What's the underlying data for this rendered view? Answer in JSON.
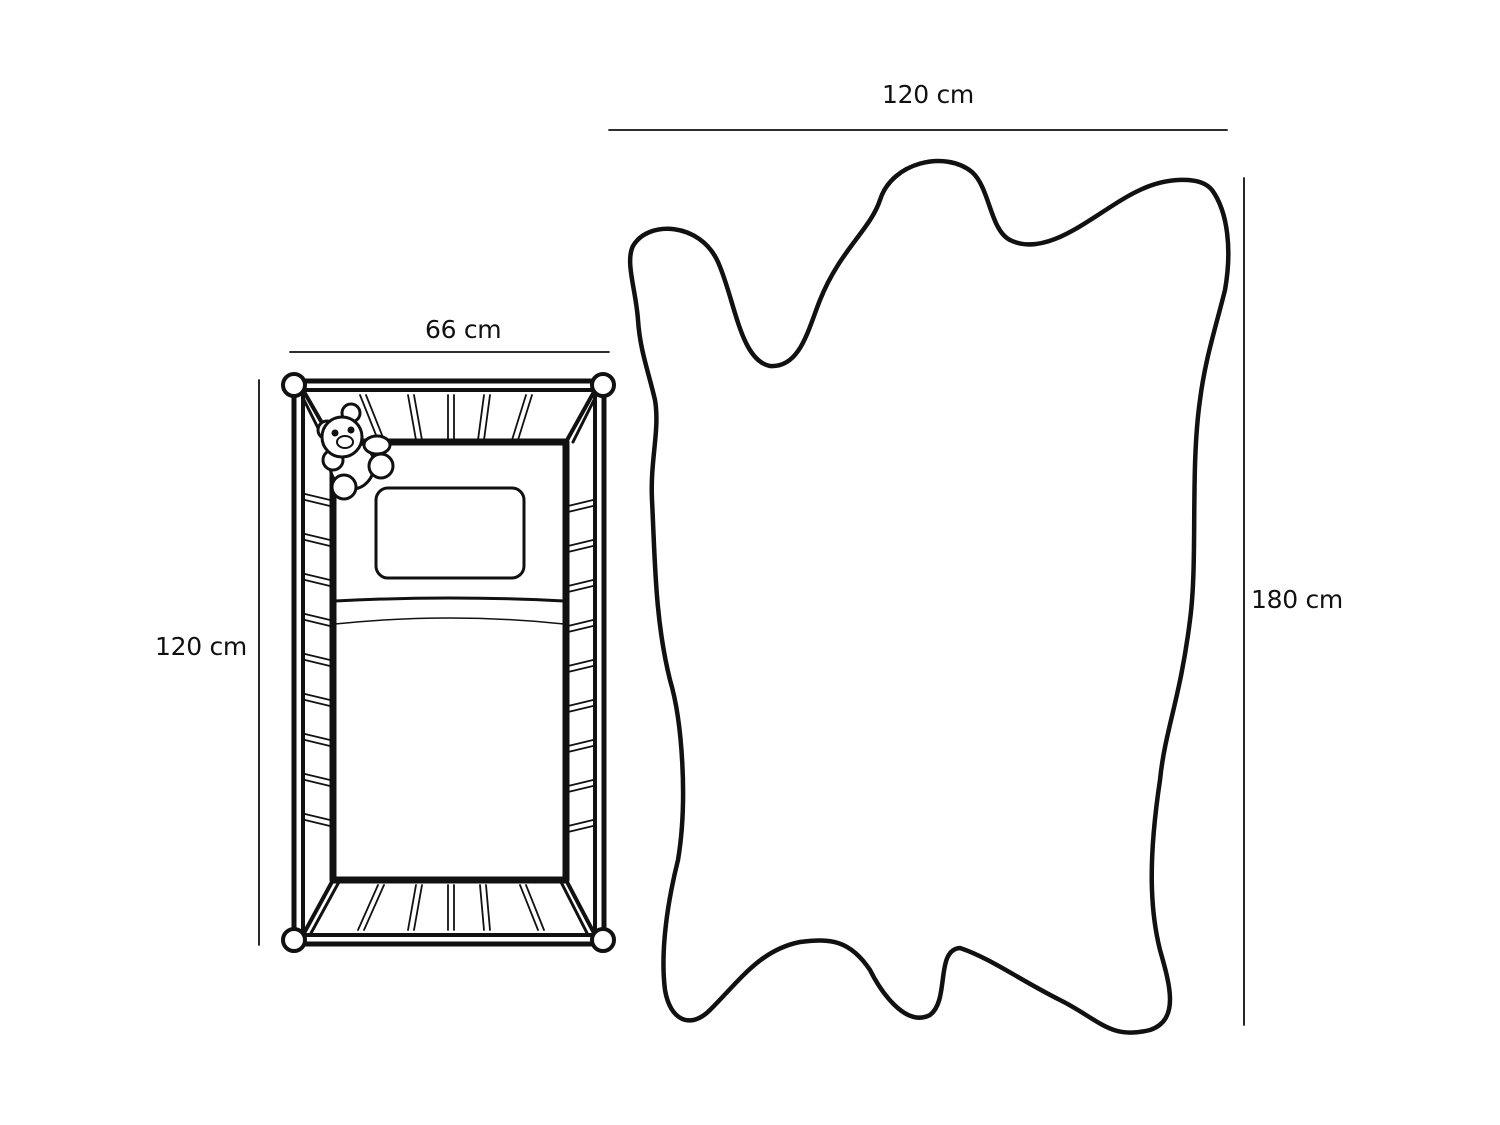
{
  "diagram": {
    "crib": {
      "width_label": "66 cm",
      "height_label": "120 cm"
    },
    "rug": {
      "width_label": "120 cm",
      "height_label": "180 cm"
    },
    "colors": {
      "stroke": "#111111",
      "background": "#ffffff"
    }
  }
}
